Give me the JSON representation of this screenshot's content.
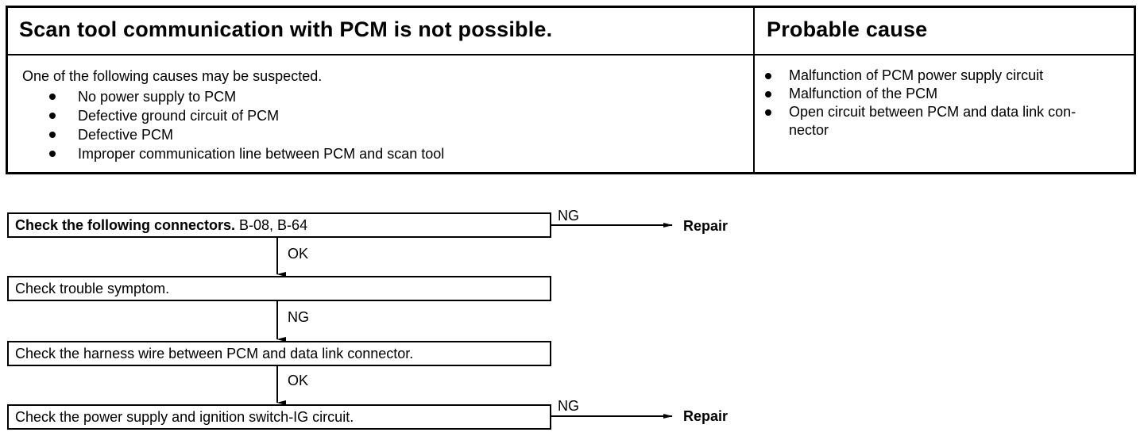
{
  "header": {
    "title": "Scan tool communication with PCM is  not possible.",
    "cause_heading": "Probable cause"
  },
  "description": {
    "intro": "One of the following causes may be suspected.",
    "items": [
      "No power supply to PCM",
      "Defective ground circuit of PCM",
      "Defective PCM",
      "Improper communication line between PCM and scan tool"
    ]
  },
  "probable_causes": [
    "Malfunction of PCM power supply circuit",
    "Malfunction of the PCM",
    "Open circuit between PCM and data link con-\nnector"
  ],
  "flow": {
    "step1_bold": "Check the following connectors.",
    "step1_rest": " B-08, B-64",
    "step2": "Check trouble symptom.",
    "step3": "Check the harness wire between PCM and data link connector.",
    "step4": "Check the power supply and ignition switch-IG circuit.",
    "ng_label_1": "NG",
    "ok_label_1": "OK",
    "ng_label_2": "NG",
    "ok_label_2": "OK",
    "ng_label_3": "NG",
    "repair_1": "Repair",
    "repair_2": "Repair"
  }
}
